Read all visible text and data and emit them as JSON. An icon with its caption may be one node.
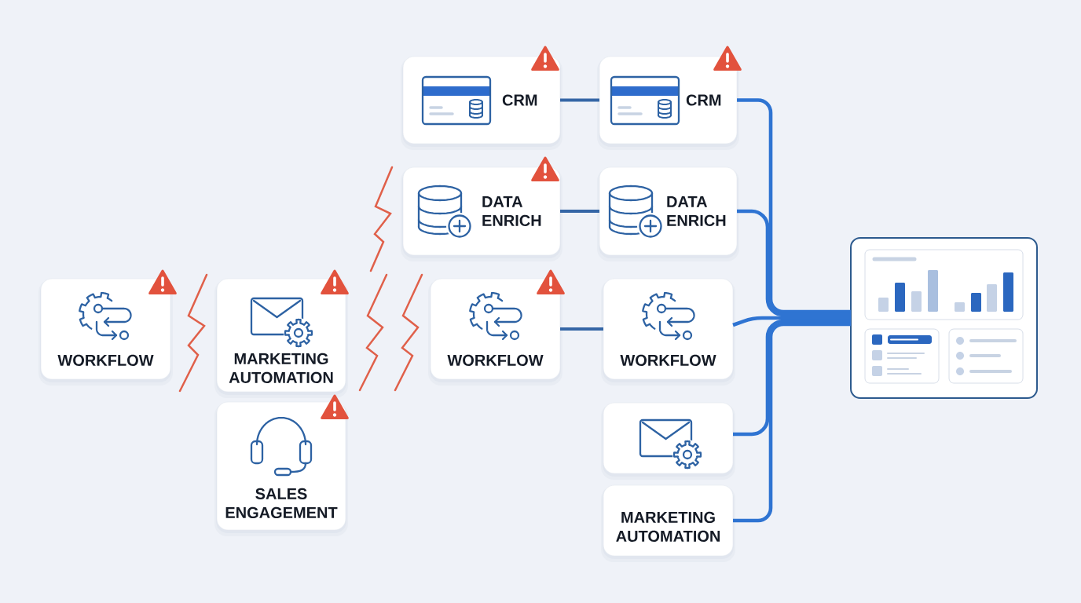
{
  "diagram": {
    "nodes": [
      {
        "text": [
          "WORKFLOW"
        ]
      },
      {
        "text": [
          "MARKETING AUTOMATION"
        ]
      },
      {
        "text": [
          "SALES ENGAGEMENT"
        ]
      },
      {
        "text": [
          "CRM"
        ]
      },
      {
        "text": [
          "CRM"
        ]
      },
      {
        "text": [
          "DATA ENRICH"
        ]
      },
      {
        "text": [
          "DATA ENRICH"
        ]
      },
      {
        "text": [
          "WORKFLOW"
        ]
      },
      {
        "text": [
          "WORKFLOW"
        ]
      },
      {
        "text": [],
        "shape": "box"
      },
      {
        "text": [
          "MARKETING AUTOMATION"
        ]
      },
      {
        "text": [],
        "shape": "picture"
      }
    ],
    "edges": [
      {
        "from": 3,
        "to": 4,
        "arrow": "none",
        "color": "#3566a6"
      },
      {
        "from": 5,
        "to": 6,
        "arrow": "none",
        "color": "#3566a6"
      },
      {
        "from": 7,
        "to": 8,
        "arrow": "none",
        "color": "#3566a6"
      },
      {
        "from": 4,
        "to": 11,
        "arrow": "none"
      },
      {
        "from": 6,
        "to": 11,
        "arrow": "none"
      },
      {
        "from": 8,
        "to": 11,
        "arrow": "none"
      },
      {
        "from": 9,
        "to": 11,
        "arrow": "none"
      },
      {
        "from": 10,
        "to": 11,
        "arrow": "none"
      }
    ]
  }
}
